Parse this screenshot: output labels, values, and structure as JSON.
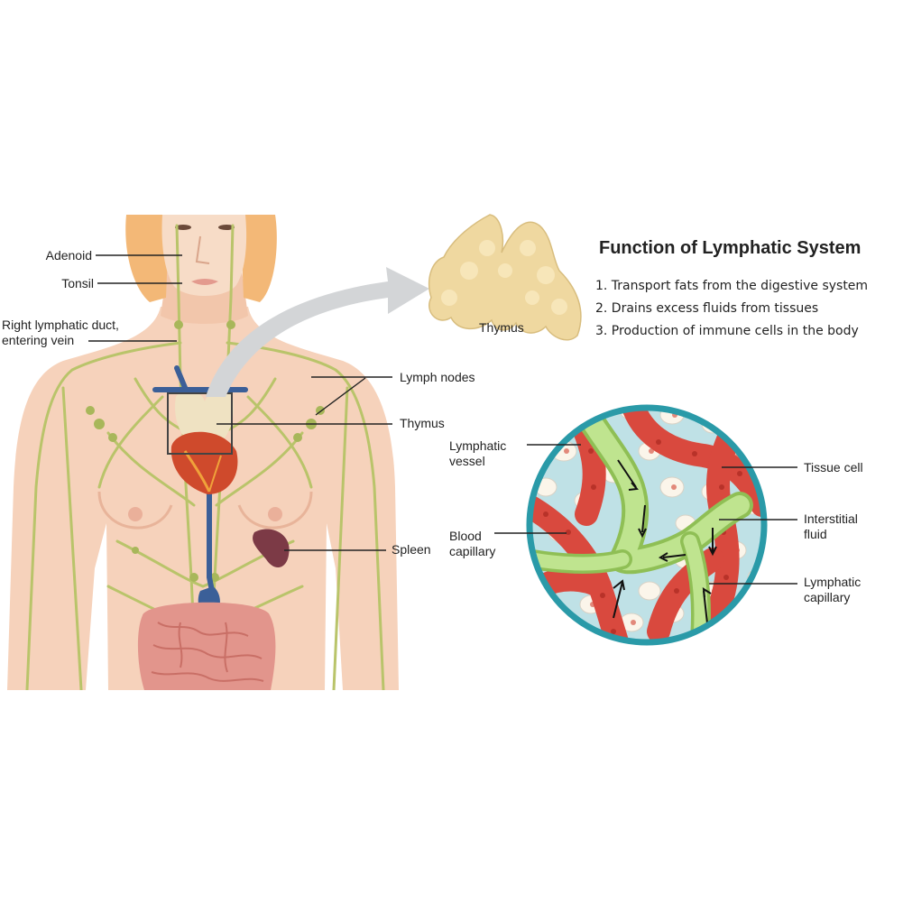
{
  "figure": {
    "body_labels": {
      "adenoid": "Adenoid",
      "tonsil": "Tonsil",
      "right_lymphatic_duct": [
        "Right lymphatic duct,",
        "entering vein"
      ],
      "lymph_nodes": "Lymph nodes",
      "thymus": "Thymus",
      "spleen": "Spleen"
    },
    "inset_thymus_label": "Thymus",
    "function_panel": {
      "title": "Function of Lymphatic System",
      "items": [
        "1. Transport fats from the digestive system",
        "2. Drains excess fluids from tissues",
        "3. Production of immune cells in the body"
      ]
    },
    "tissue_labels": {
      "lymphatic_vessel": [
        "Lymphatic",
        "vessel"
      ],
      "blood_capillary": [
        "Blood",
        "capillary"
      ],
      "tissue_cell": "Tissue cell",
      "interstitial_fluid": [
        "Interstitial",
        "fluid"
      ],
      "lymphatic_capillary": [
        "Lymphatic",
        "capillary"
      ]
    },
    "colors": {
      "skin": "#f6d2bb",
      "hair": "#f3b877",
      "lymph_vessel": "#b9c46a",
      "vein": "#3b5f98",
      "heart": "#cf4a2c",
      "spleen": "#7c3a46",
      "intestine": "#e2958c",
      "thymus": "#efd8a0",
      "blood_capillary": "#d9493e",
      "interstitial": "#bfe1e6",
      "lymphatic_capillary": "#bfe48f"
    }
  }
}
